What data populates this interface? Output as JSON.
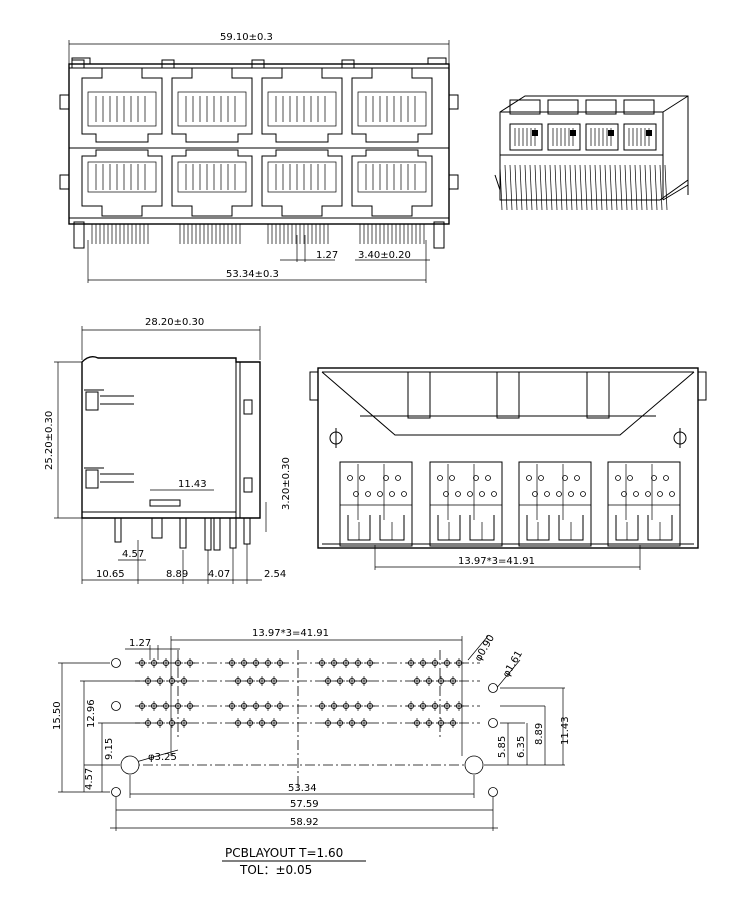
{
  "front_view": {
    "width_label": "59.10±0.3",
    "pitch_label": "1.27",
    "edge_label": "3.40±0.20",
    "pin_span_label": "53.34±0.3"
  },
  "side_view": {
    "depth_label": "28.20±0.30",
    "height_label": "25.20±0.30",
    "post_height_label": "3.20±0.30",
    "offset_label": "11.43",
    "small_label": "4.57",
    "d1": "10.65",
    "d2": "8.89",
    "d3": "4.07",
    "d4": "2.54"
  },
  "bottom_view": {
    "port_pitch_label": "13.97*3=41.91"
  },
  "pcb_layout": {
    "pitch_label": "1.27",
    "port_pitch_label": "13.97*3=41.91",
    "pin_hole_label": "φ0.90",
    "small_hole_label": "φ1.61",
    "big_hole_label": "φ3.25",
    "height_label": "15.50",
    "row1_label": "12.96",
    "row2_label": "9.15",
    "bottom_label": "4.57",
    "r1": "5.85",
    "r2": "6.35",
    "r3": "8.89",
    "r4": "11.43",
    "w1": "53.34",
    "w2": "57.59",
    "w3": "58.92",
    "title": "PCBLAYOUT T=1.60",
    "tolerance": "TOL：±0.05"
  }
}
